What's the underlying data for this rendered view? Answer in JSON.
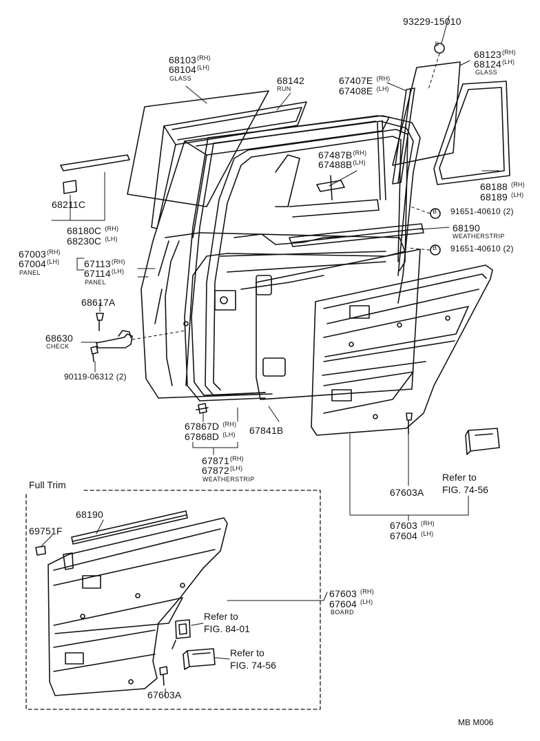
{
  "diagram": {
    "title": "Full Trim",
    "code": "MB  M006"
  },
  "parts": {
    "p93229": "93229-15010",
    "p68123": "68123",
    "p68124": "68124",
    "glass2": "GLASS",
    "p68103": "68103",
    "p68104": "68104",
    "glass1": "GLASS",
    "p68142": "68142",
    "run": "RUN",
    "p67407": "67407E",
    "p67408": "67408E",
    "p67487": "67487B",
    "p67488": "67488B",
    "p68211": "68211C",
    "p68180": "68180C",
    "p68230": "68230C",
    "p68188": "68188",
    "p68189": "68189",
    "p91651a": "91651-40610 (2)",
    "p68190": "68190",
    "weatherstrip1": "WEATHERSTRIP",
    "p91651b": "91651-40610 (2)",
    "p67003": "67003",
    "p67004": "67004",
    "panel1": "PANEL",
    "p67113": "67113",
    "p67114": "67114",
    "panel2": "PANEL",
    "p68617": "68617A",
    "p68630": "68630",
    "check": "CHECK",
    "p90119": "90119-06312 (2)",
    "p67867": "67867D",
    "p67868": "67868D",
    "p67841": "67841B",
    "p67871": "67871",
    "p67872": "67872",
    "weatherstrip2": "WEATHERSTRIP",
    "p67603a1": "67603A",
    "p67603": "67603",
    "p67604": "67604",
    "ft_68190": "68190",
    "ft_69751": "69751F",
    "ft_67603": "67603",
    "ft_67604": "67604",
    "board": "BOARD",
    "ft_67603a": "67603A"
  },
  "suffix": {
    "rh": "(RH)",
    "lh": "(LH)"
  },
  "callouts": {
    "s": "S",
    "b": "B"
  },
  "refs": {
    "ref_to": "Refer to",
    "fig7456": "FIG. 74-56",
    "fig8401": "FIG. 84-01"
  }
}
